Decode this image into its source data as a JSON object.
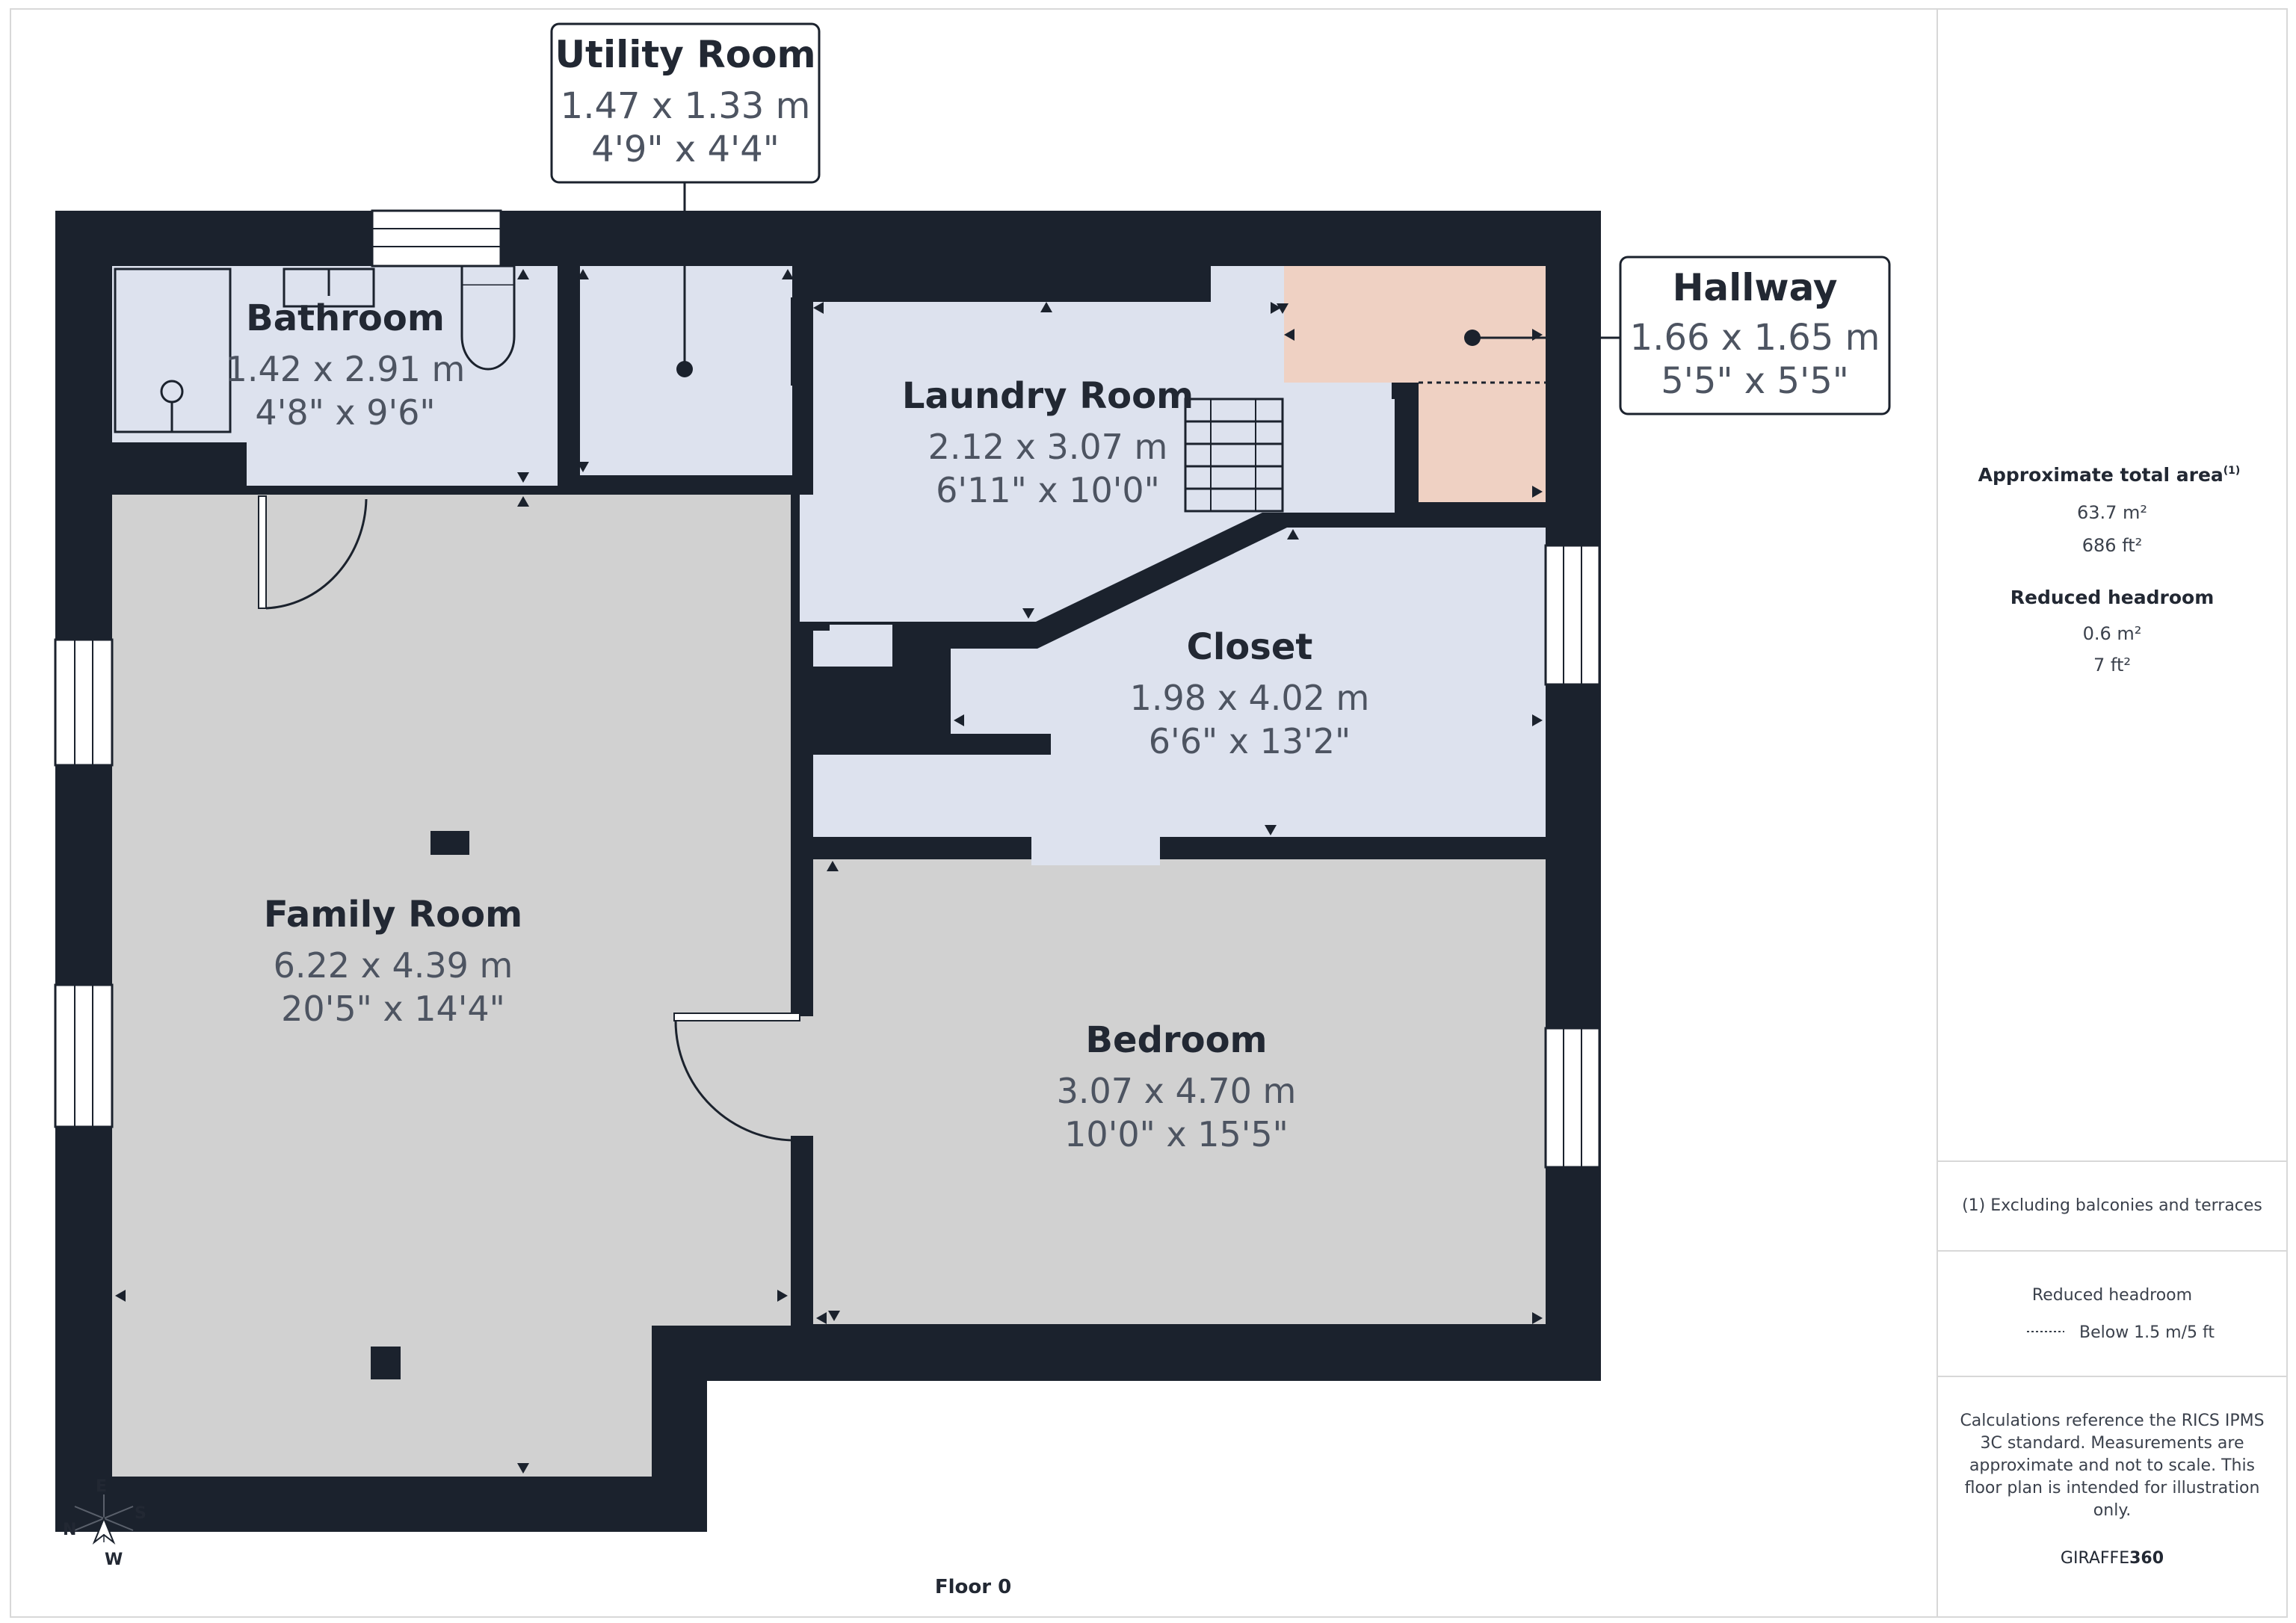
{
  "floor_label": "Floor 0",
  "rooms": [
    {
      "name": "Utility Room",
      "metric": "1.47 x 1.33 m",
      "imperial": "4'9\" x 4'4\""
    },
    {
      "name": "Hallway",
      "metric": "1.66 x 1.65 m",
      "imperial": "5'5\" x 5'5\""
    },
    {
      "name": "Bathroom",
      "metric": "1.42 x 2.91 m",
      "imperial": "4'8\" x 9'6\""
    },
    {
      "name": "Laundry Room",
      "metric": "2.12 x 3.07 m",
      "imperial": "6'11\" x 10'0\""
    },
    {
      "name": "Closet",
      "metric": "1.98 x 4.02 m",
      "imperial": "6'6\" x 13'2\""
    },
    {
      "name": "Family Room",
      "metric": "6.22 x 4.39 m",
      "imperial": "20'5\" x 14'4\""
    },
    {
      "name": "Bedroom",
      "metric": "3.07 x 4.70 m",
      "imperial": "10'0\" x 15'5\""
    }
  ],
  "sidebar": {
    "total_area_title": "Approximate total area",
    "total_area_footnote": "(1)",
    "total_area_m2": "63.7 m²",
    "total_area_ft2": "686 ft²",
    "reduced_headroom_title": "Reduced headroom",
    "reduced_headroom_m2": "0.6 m²",
    "reduced_headroom_ft2": "7 ft²",
    "footnote": "(1) Excluding balconies and terraces",
    "legend_title": "Reduced headroom",
    "legend_item": "Below 1.5 m/5 ft",
    "disclaimer_lines": [
      "Calculations reference the RICS IPMS",
      "3C standard. Measurements are",
      "approximate and not to scale. This",
      "floor plan is intended for illustration",
      "only."
    ],
    "brand_prefix": "GIRAFFE",
    "brand_suffix": "360"
  },
  "compass": {
    "n": "N",
    "e": "E",
    "s": "S",
    "w": "W"
  },
  "colors": {
    "wall": "#1b222d",
    "light_room": "#dde2ee",
    "gray_room": "#d1d1d1",
    "hallway": "#efd1c3",
    "text_dark": "#222833",
    "text_dim": "#4d5461"
  }
}
